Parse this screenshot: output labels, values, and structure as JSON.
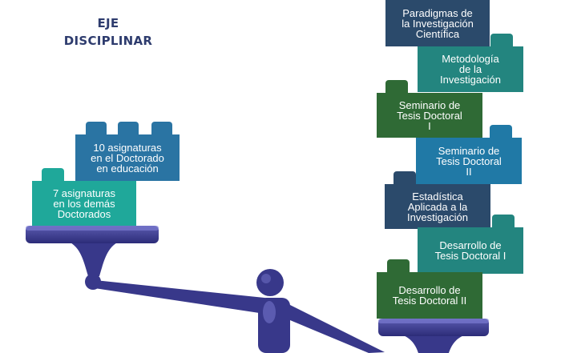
{
  "title": {
    "line1": "EJE",
    "line2": "DISCIPLINAR"
  },
  "left_blocks": [
    {
      "label": [
        "10 asignaturas",
        "en el Doctorado",
        "en educación"
      ],
      "color": "#2a74a3"
    },
    {
      "label": [
        "7 asignaturas",
        "en los demás",
        "Doctorados"
      ],
      "color": "#1fa89a"
    }
  ],
  "right_blocks": [
    {
      "label": [
        "Paradigmas de",
        "la Investigación",
        "Científica"
      ],
      "color": "#2b4a6b"
    },
    {
      "label": [
        "Metodología",
        "de la",
        "Investigación"
      ],
      "color": "#23857f"
    },
    {
      "label": [
        "Seminario de",
        "Tesis Doctoral",
        "I"
      ],
      "color": "#2f6a35"
    },
    {
      "label": [
        "Seminario de",
        "Tesis Doctoral",
        "II"
      ],
      "color": "#2079a6"
    },
    {
      "label": [
        "Estadística",
        "Aplicada a la",
        "Investigación"
      ],
      "color": "#2b4a6b"
    },
    {
      "label": [
        "Desarrollo de",
        "Tesis Doctoral I"
      ],
      "color": "#23857f"
    },
    {
      "label": [
        "Desarrollo de",
        "Tesis Doctoral II"
      ],
      "color": "#2f6a35"
    }
  ],
  "scale_color": "#3a3a8c"
}
